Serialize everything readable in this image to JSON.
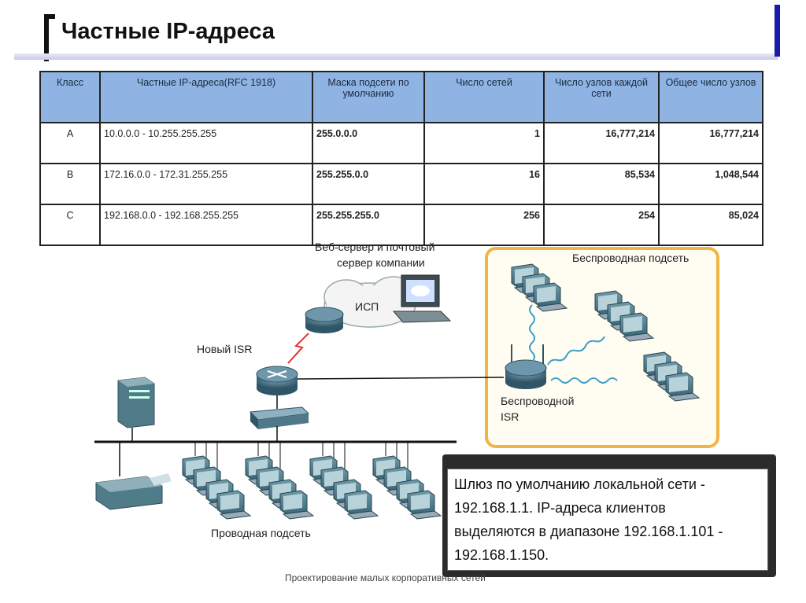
{
  "title": "Частные IP-адреса",
  "table": {
    "headers": [
      "Класс",
      "Частные IP-адреса(RFC 1918)",
      "Маска подсети по умолчанию",
      "Число сетей",
      "Число узлов каждой сети",
      "Общее число узлов"
    ],
    "rows": [
      {
        "cls": "A",
        "range": "10.0.0.0 - 10.255.255.255",
        "mask": "255.0.0.0",
        "nets": "1",
        "hosts": "16,777,214",
        "total": "16,777,214"
      },
      {
        "cls": "B",
        "range": "172.16.0.0 - 172.31.255.255",
        "mask": "255.255.0.0",
        "nets": "16",
        "hosts": "85,534",
        "total": "1,048,544"
      },
      {
        "cls": "C",
        "range": "192.168.0.0 - 192.168.255.255",
        "mask": "255.255.255.0",
        "nets": "256",
        "hosts": "254",
        "total": "85,024"
      }
    ]
  },
  "diagram": {
    "web_server_label_1": "Веб-сервер и почтовый",
    "web_server_label_2": "сервер компании",
    "isp_label": "ИСП",
    "new_isr_label": "Новый ISR",
    "wireless_subnet_label": "Беспроводная подсеть",
    "wireless_isr_label_1": "Беспроводной",
    "wireless_isr_label_2": "ISR",
    "wired_subnet_label": "Проводная подсеть"
  },
  "note": {
    "line1": "Шлюз по умолчанию локальной сети -",
    "line2": "192.168.1.1. IP-адреса клиентов",
    "line3": "выделяются в диапазоне 192.168.1.101 -",
    "line4": "192.168.1.150."
  },
  "footer": "Проектирование малых корпоративных сетей"
}
